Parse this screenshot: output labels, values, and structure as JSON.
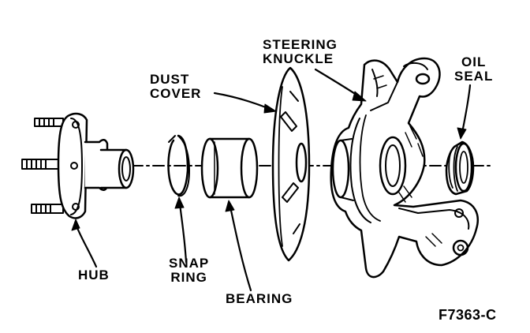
{
  "labels": {
    "steering_knuckle": [
      "STEERING",
      "KNUCKLE"
    ],
    "dust_cover": [
      "DUST",
      "COVER"
    ],
    "oil_seal": [
      "OIL",
      "SEAL"
    ],
    "hub": "HUB",
    "snap_ring": [
      "SNAP",
      "RING"
    ],
    "bearing": "BEARING"
  },
  "figure_code": "F7363-C",
  "colors": {
    "ink": "#000000",
    "paper": "#ffffff"
  }
}
